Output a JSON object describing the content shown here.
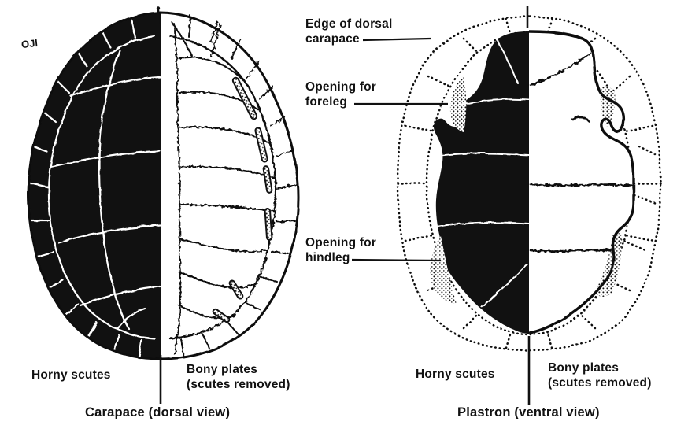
{
  "page": {
    "background": "#ffffff",
    "ink": "#111111"
  },
  "corner_mark": "OJl",
  "left_figure": {
    "caption": "Carapace (dorsal view)",
    "horny_label": "Horny scutes",
    "bony_label_line1": "Bony plates",
    "bony_label_line2": "(scutes removed)"
  },
  "right_figure": {
    "caption": "Plastron (ventral view)",
    "horny_label": "Horny scutes",
    "bony_label_line1": "Bony plates",
    "bony_label_line2": "(scutes removed)",
    "callout_edge_line1": "Edge of dorsal",
    "callout_edge_line2": "carapace",
    "callout_foreleg_line1": "Opening for",
    "callout_foreleg_line2": "foreleg",
    "callout_hindleg_line1": "Opening for",
    "callout_hindleg_line2": "hindleg"
  }
}
